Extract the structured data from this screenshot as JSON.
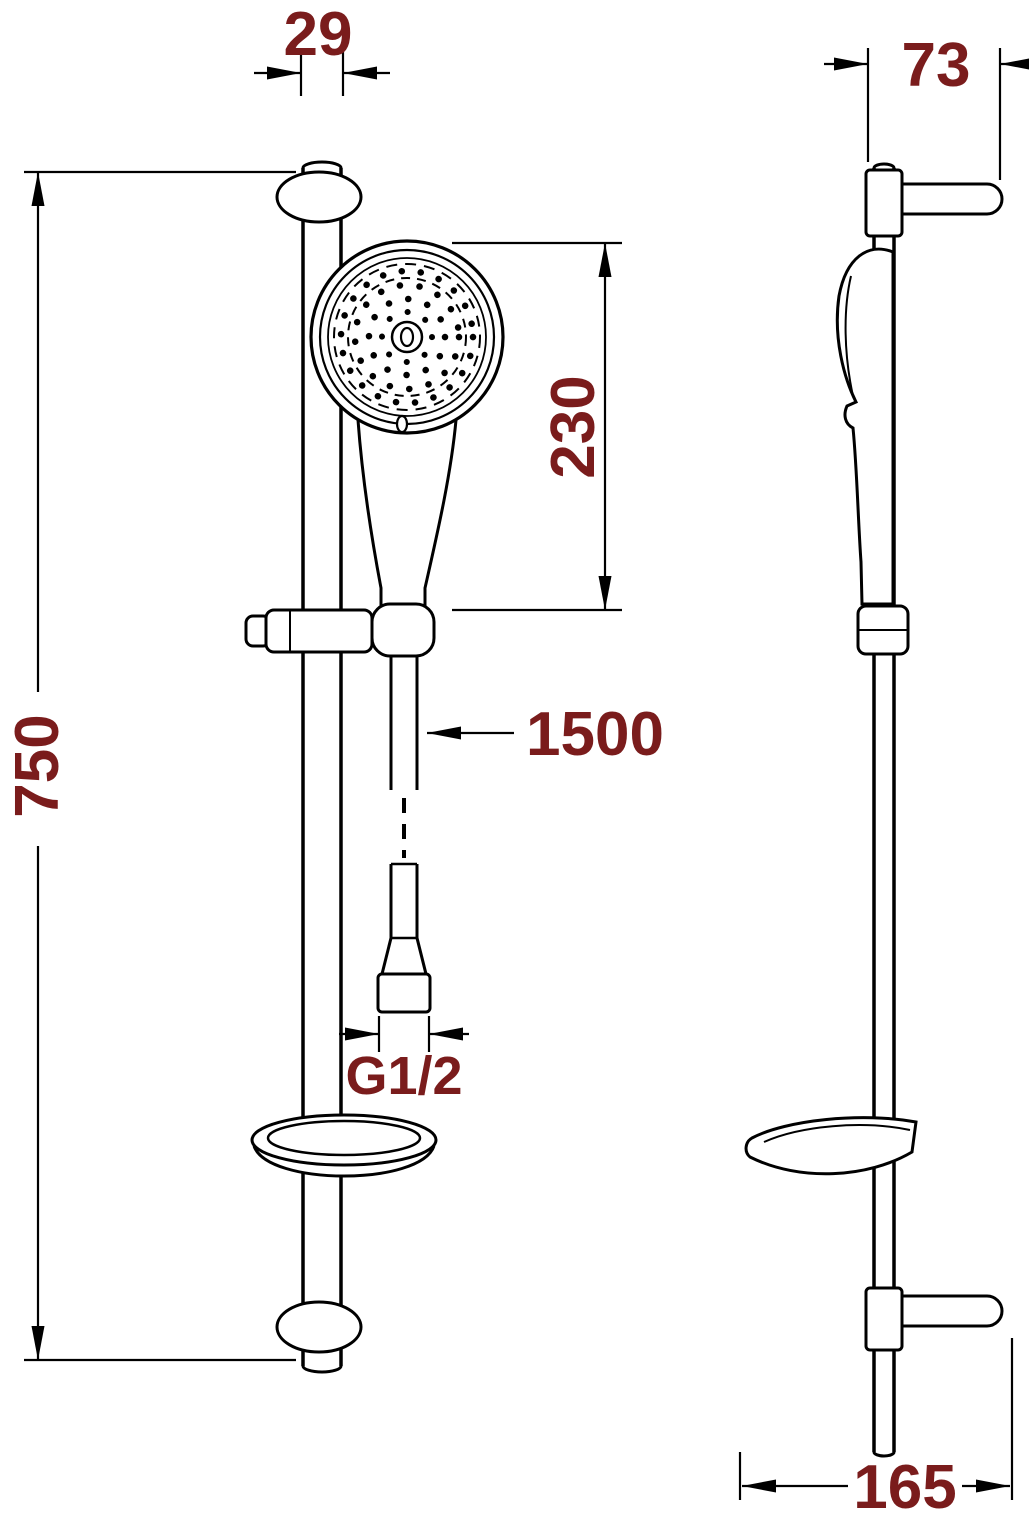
{
  "colors": {
    "background": "#ffffff",
    "line": "#000000",
    "dimension_text": "#7a1c1c"
  },
  "drawing": {
    "labels": {
      "rail_width_mm": "29",
      "bracket_depth_mm": "73",
      "handset_height_mm": "230",
      "rail_length_mm": "750",
      "hose_length_mm": "1500",
      "thread_size": "G1/2",
      "base_depth_mm": "165"
    }
  }
}
